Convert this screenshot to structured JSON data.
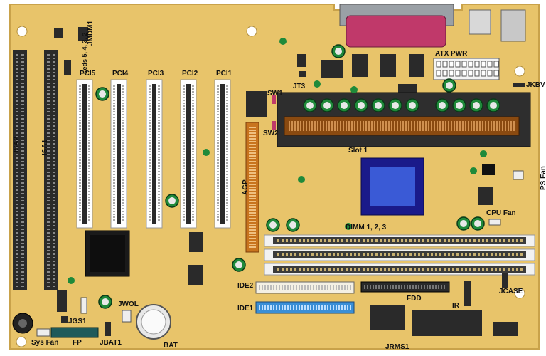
{
  "colors": {
    "board": "#e8c46a",
    "board_edge": "#c9a24a",
    "slot_white": "#ffffff",
    "slot_dark": "#2a2a2a",
    "agp": "#c8741e",
    "dimm_body": "#3b3b3b",
    "ide_blue": "#3a8fd6",
    "lpt": "#c0396a",
    "cpu_blue": "#1a1a8a",
    "slot1": "#8a4a10",
    "cap_green": "#1f8a3a"
  },
  "labels": {
    "jmdm1": "JMDM1",
    "leds": "Leds 5, 4, 3, 2",
    "pci5": "PCI5",
    "pci4": "PCI4",
    "pci3": "PCI3",
    "pci2": "PCI2",
    "pci1": "PCI1",
    "isa2": "ISA2",
    "isa1": "ISA1",
    "agp": "AGP",
    "sw1": "SW1",
    "sw2": "SW2",
    "jt3": "JT3",
    "atx_pwr": "ATX PWR",
    "jkbv": "JKBV",
    "slot1": "Slot 1",
    "ps_fan": "PS Fan",
    "cpu_fan": "CPU Fan",
    "dimm": "DIMM 1, 2, 3",
    "ide2": "IDE2",
    "ide1": "IDE1",
    "fdd": "FDD",
    "ir": "IR",
    "jcase": "JCASE",
    "jwol": "JWOL",
    "jgs1": "JGS1",
    "sys_fan": "Sys Fan",
    "fp": "FP",
    "jbat1": "JBAT1",
    "bat": "BAT",
    "jrms1": "JRMS1"
  }
}
